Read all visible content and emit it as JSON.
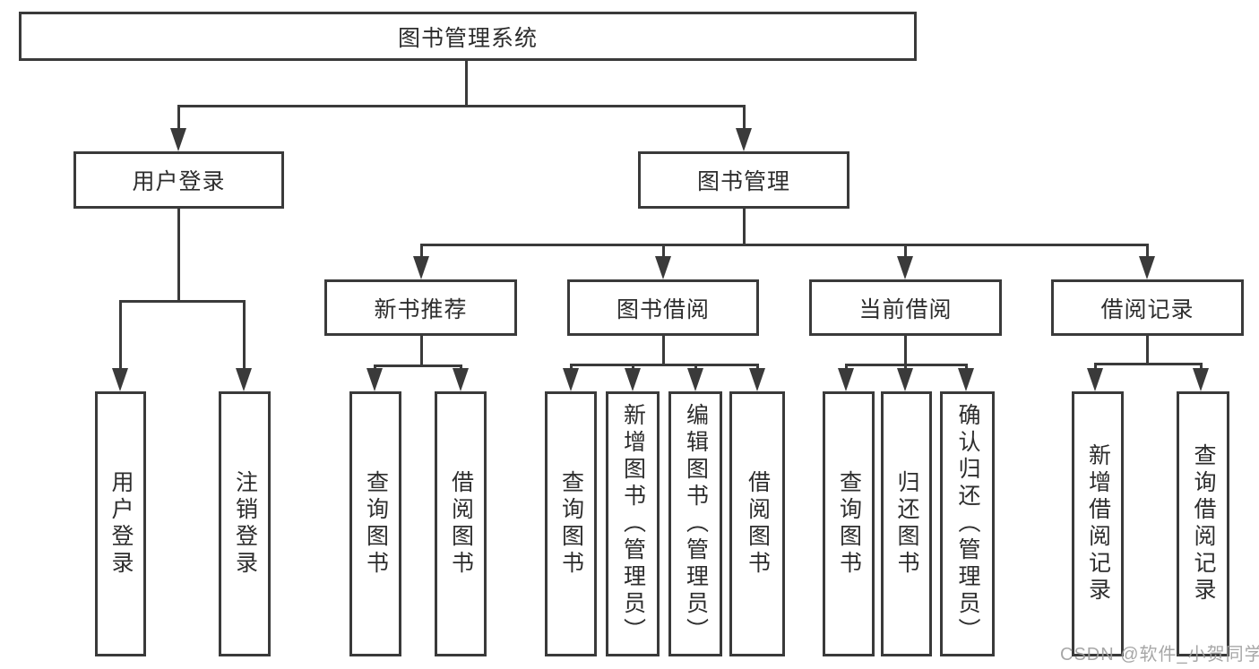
{
  "colors": {
    "line": "#3a3a3a",
    "text": "#2d2d2d",
    "watermark": "#9e9e9e",
    "background": "#ffffff"
  },
  "diagram": {
    "root": {
      "id": "library-management-system",
      "label": "图书管理系统"
    },
    "level2": [
      {
        "id": "user-login",
        "label": "用户登录",
        "parent": "图书管理系统"
      },
      {
        "id": "book-management",
        "label": "图书管理",
        "parent": "图书管理系统"
      }
    ],
    "level3": [
      {
        "id": "new-book-recommend",
        "label": "新书推荐",
        "parent": "图书管理"
      },
      {
        "id": "book-borrowing",
        "label": "图书借阅",
        "parent": "图书管理"
      },
      {
        "id": "current-borrowing",
        "label": "当前借阅",
        "parent": "图书管理"
      },
      {
        "id": "borrowing-records",
        "label": "借阅记录",
        "parent": "图书管理"
      }
    ],
    "leaves": [
      {
        "id": "user-login-action",
        "label": "用户登录",
        "parent": "用户登录"
      },
      {
        "id": "logout-action",
        "label": "注销登录",
        "parent": "用户登录"
      },
      {
        "id": "query-books-recommend",
        "label": "查询图书",
        "parent": "新书推荐"
      },
      {
        "id": "borrow-books-recommend",
        "label": "借阅图书",
        "parent": "新书推荐"
      },
      {
        "id": "query-books-borrowing",
        "label": "查询图书",
        "parent": "图书借阅"
      },
      {
        "id": "add-book-admin",
        "label": "新增图书（管理员）",
        "parent": "图书借阅"
      },
      {
        "id": "edit-book-admin",
        "label": "编辑图书（管理员）",
        "parent": "图书借阅"
      },
      {
        "id": "borrow-books-borrowing",
        "label": "借阅图书",
        "parent": "图书借阅"
      },
      {
        "id": "query-books-current",
        "label": "查询图书",
        "parent": "当前借阅"
      },
      {
        "id": "return-books",
        "label": "归还图书",
        "parent": "当前借阅"
      },
      {
        "id": "confirm-return-admin",
        "label": "确认归还（管理员）",
        "parent": "当前借阅"
      },
      {
        "id": "add-borrow-record",
        "label": "新增借阅记录",
        "parent": "借阅记录"
      },
      {
        "id": "query-borrow-record",
        "label": "查询借阅记录",
        "parent": "借阅记录"
      }
    ]
  },
  "watermark": {
    "text": "CSDN @软件_小贺同学"
  }
}
